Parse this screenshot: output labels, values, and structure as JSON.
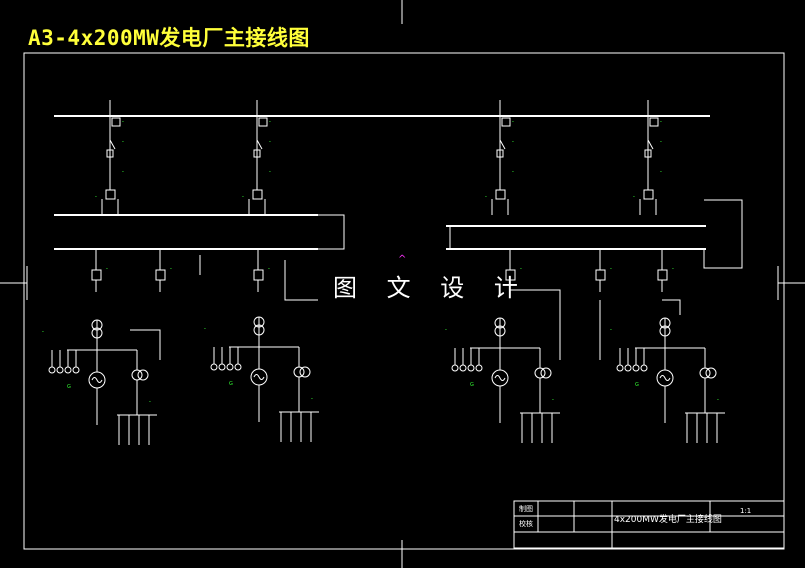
{
  "drawing": {
    "title": "A3-4x200MW发电厂主接线图",
    "watermark": "图 文 设 计"
  },
  "title_block": {
    "drawn_label": "制图",
    "checked_label": "校核",
    "drawing_name": "4x200MW发电厂主接线图",
    "scale": "1:1"
  },
  "colors": {
    "background": "#000000",
    "lines": "#ffffff",
    "title": "#ffff3a",
    "annotations": "#33ff33",
    "marker": "#ff33ff"
  }
}
